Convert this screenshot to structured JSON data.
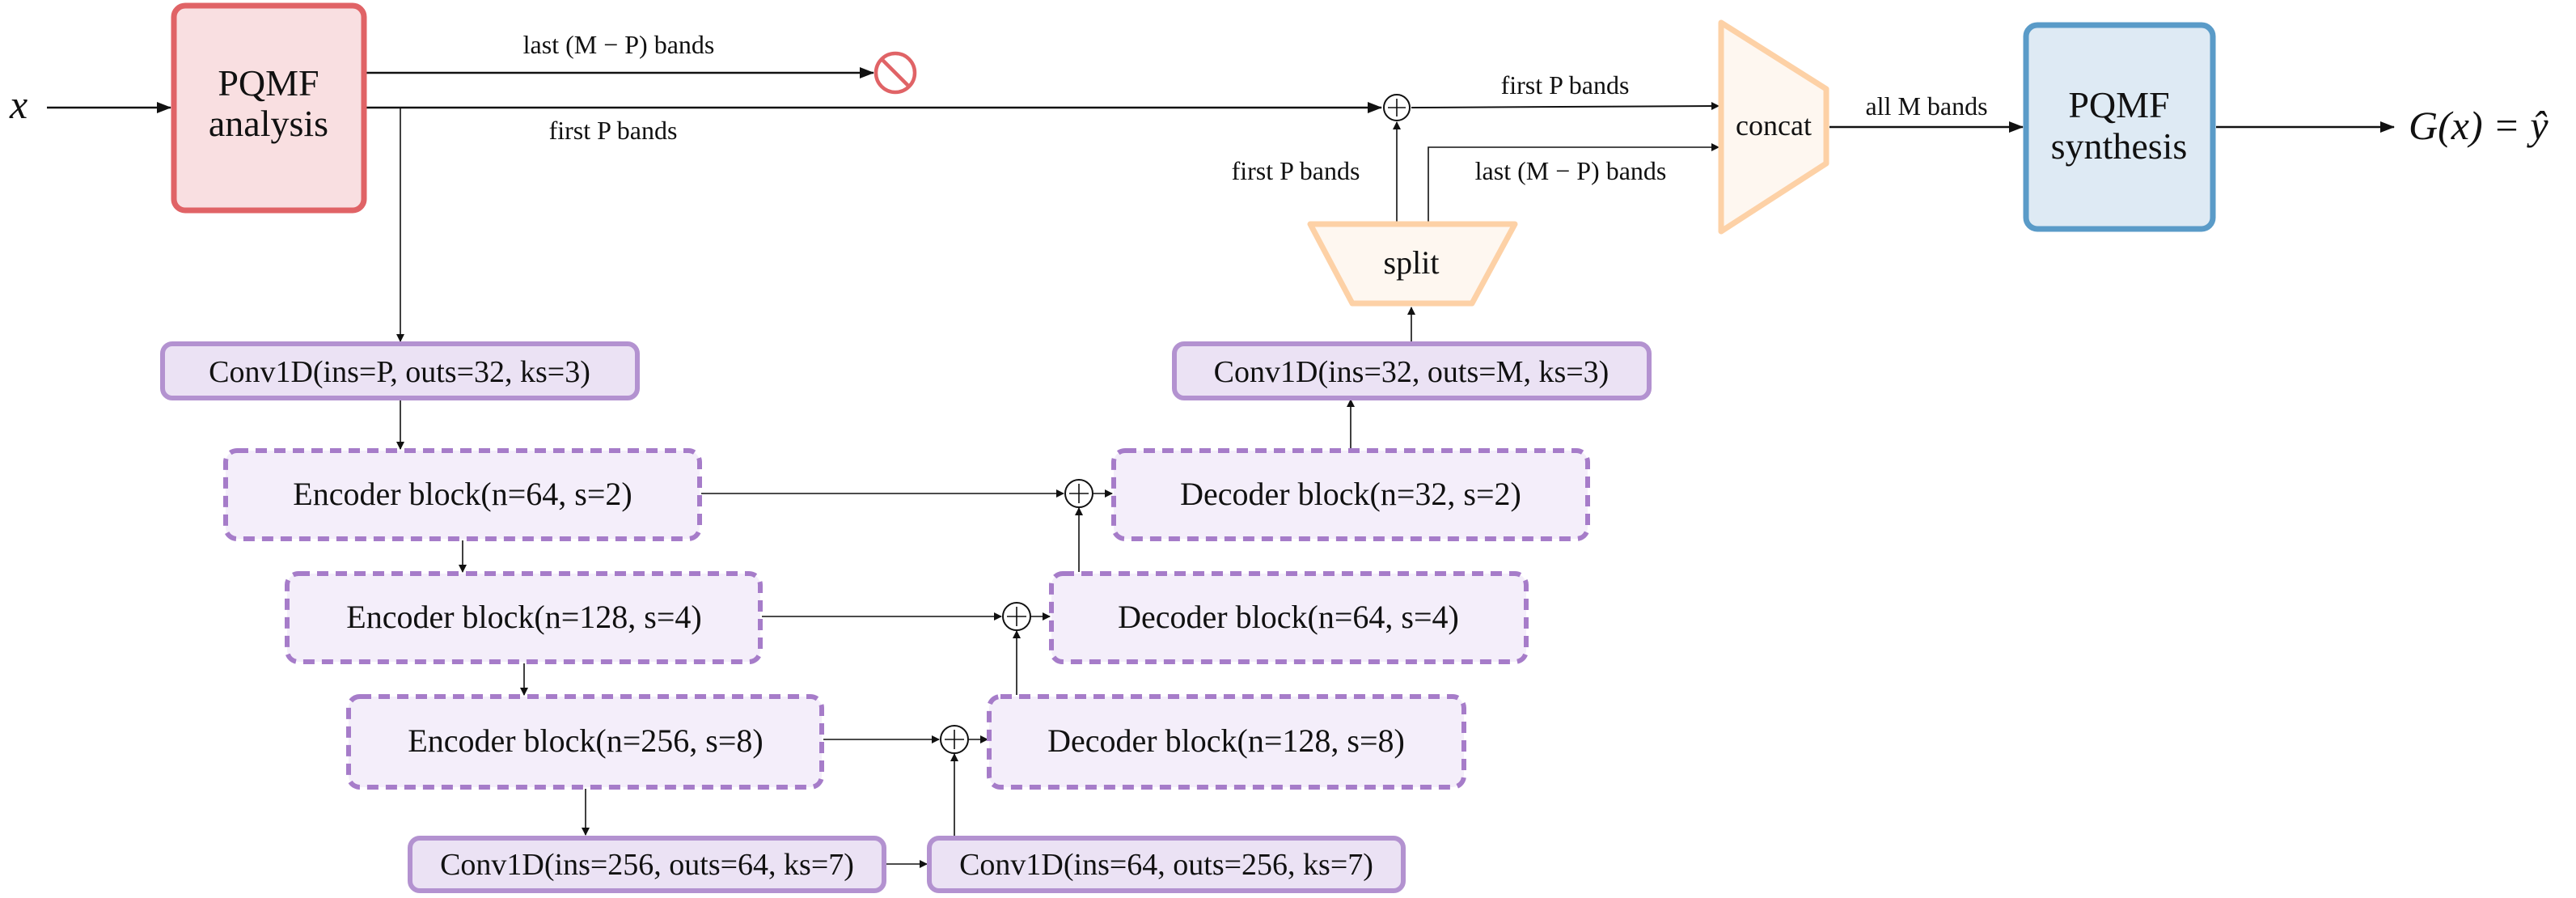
{
  "diagram": {
    "input_label": "x",
    "output_label": "G(x) = ŷ",
    "analysis": {
      "line1": "PQMF",
      "line2": "analysis",
      "border": "#e06366",
      "fill": "#f9dfe1"
    },
    "synthesis": {
      "line1": "PQMF",
      "line2": "synthesis",
      "border": "#5a9bc8",
      "fill": "#deeaf4"
    },
    "discard_icon": {
      "name": "no-entry-icon",
      "color": "#e06366"
    },
    "edges": {
      "top_last_bands": "last (M − P) bands",
      "top_first_bands": "first P bands",
      "sum_to_concat": "first P bands",
      "split_first": "first P bands",
      "split_last": "last (M − P) bands",
      "concat_out": "all M bands"
    },
    "split": {
      "label": "split",
      "border": "#fdd1a6",
      "fill": "#fef7f0"
    },
    "concat": {
      "label": "concat",
      "border": "#fdd1a6",
      "fill": "#fef7f0"
    },
    "conv_style": {
      "border": "#b392d0",
      "fill": "#ebe2f4"
    },
    "block_style": {
      "border": "#a67cc9",
      "fill": "#f4eefa"
    },
    "convs": {
      "in": "Conv1D(ins=P, outs=32, ks=3)",
      "out": "Conv1D(ins=32, outs=M, ks=3)",
      "bottleneck_down": "Conv1D(ins=256, outs=64, ks=7)",
      "bottleneck_up": "Conv1D(ins=64, outs=256, ks=7)"
    },
    "encoders": [
      "Encoder block(n=64, s=2)",
      "Encoder block(n=128, s=4)",
      "Encoder block(n=256, s=8)"
    ],
    "decoders": [
      "Decoder block(n=32, s=2)",
      "Decoder block(n=64, s=4)",
      "Decoder block(n=128, s=8)"
    ],
    "sum_symbol": "+"
  }
}
